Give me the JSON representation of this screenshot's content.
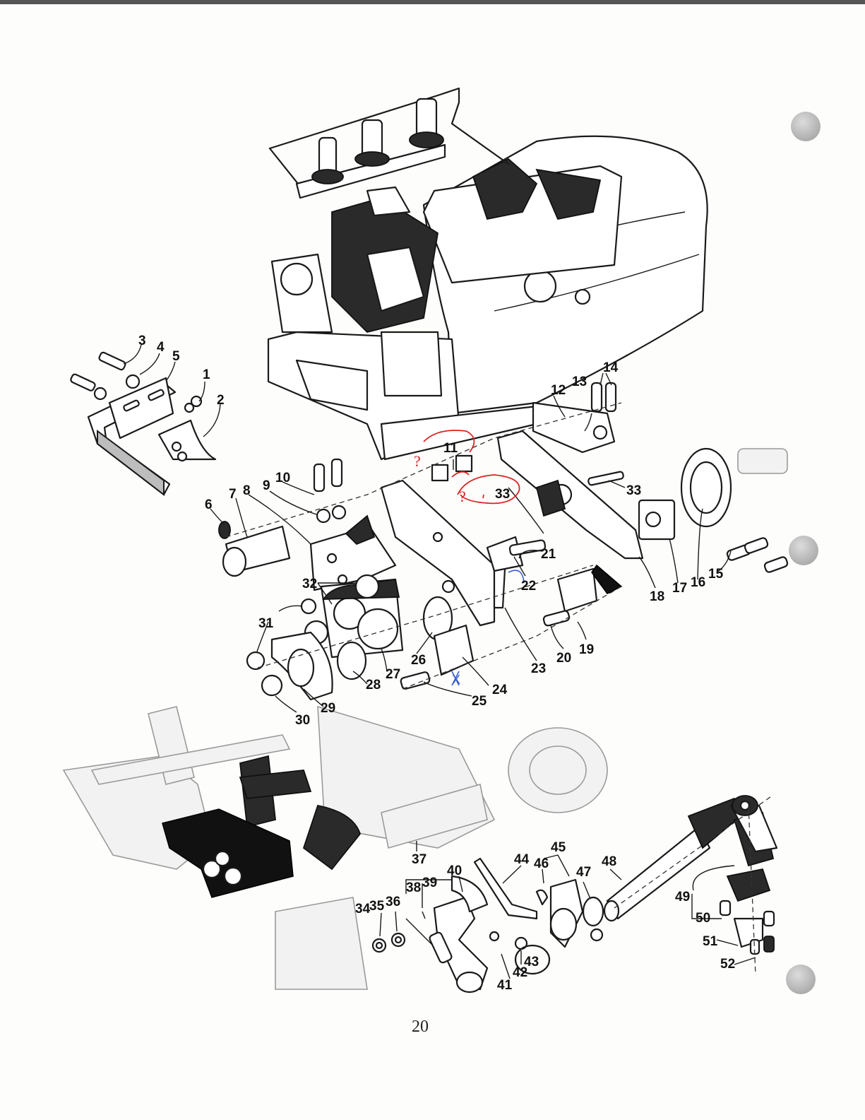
{
  "page_number": "20",
  "part_numbers": [
    "1",
    "2",
    "3",
    "4",
    "5",
    "6",
    "7",
    "8",
    "9",
    "10",
    "11",
    "12",
    "13",
    "14",
    "15",
    "16",
    "17",
    "18",
    "19",
    "20",
    "21",
    "22",
    "23",
    "24",
    "25",
    "26",
    "27",
    "28",
    "29",
    "30",
    "31",
    "32",
    "33",
    "33",
    "34",
    "35",
    "36",
    "37",
    "38",
    "39",
    "40",
    "41",
    "42",
    "43",
    "44",
    "45",
    "46",
    "47",
    "48",
    "49",
    "50",
    "51",
    "52"
  ],
  "handwritten_notes": [
    "?",
    "?",
    "X"
  ],
  "colors": {
    "ink": "#1a1a1a",
    "red_annotation": "#d22222",
    "blue_annotation": "#3a5fcd",
    "punch_hole": "#a8a8a8"
  }
}
